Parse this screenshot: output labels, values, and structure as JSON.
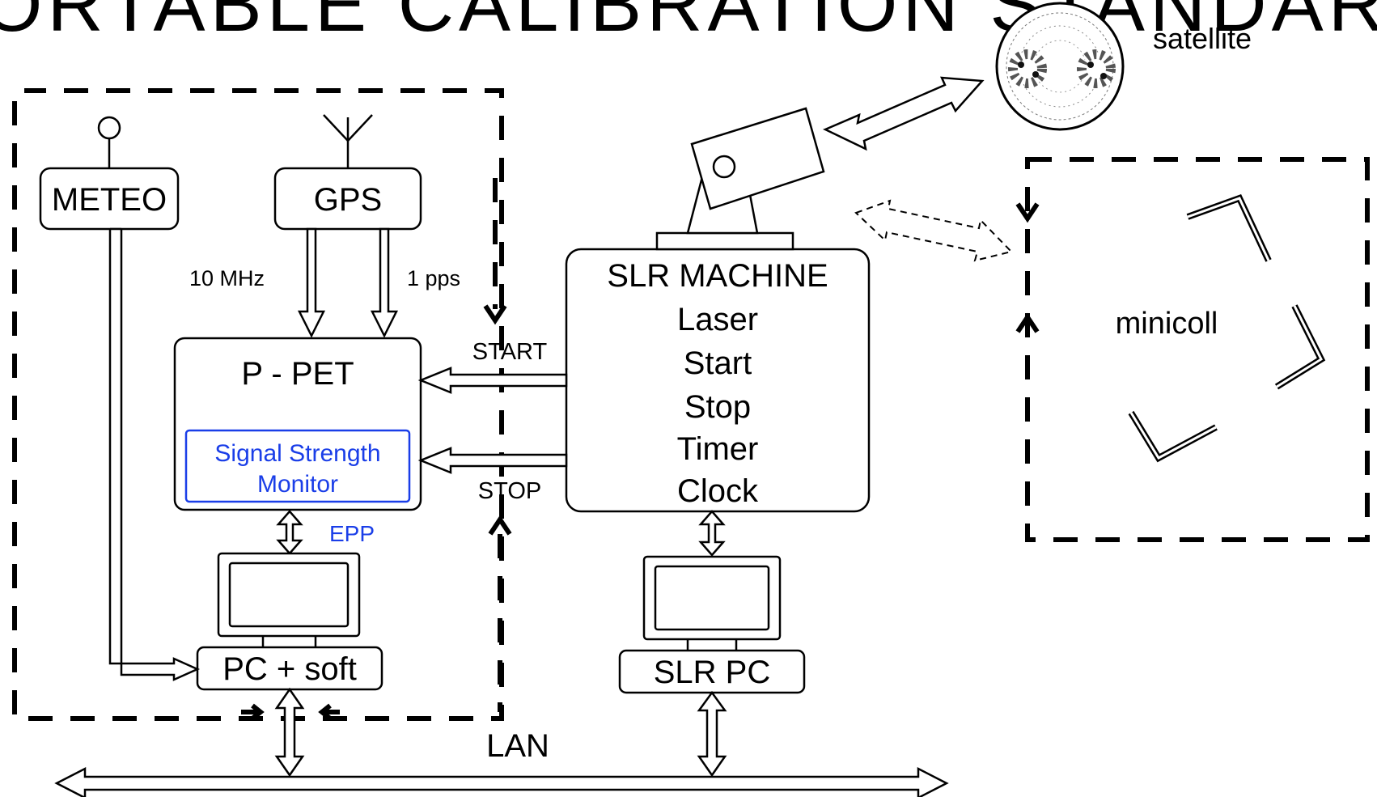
{
  "title": "PORTABLE CALIBRATION STANDARD",
  "nodes": {
    "meteo": "METEO",
    "gps": "GPS",
    "ppet": "P - PET",
    "signal_monitor": [
      "Signal Strength",
      "Monitor"
    ],
    "pc_soft": "PC + soft",
    "slr_machine": [
      "SLR MACHINE",
      "Laser",
      "Start",
      "Stop",
      "Timer",
      "Clock"
    ],
    "slr_pc": "SLR PC",
    "satellite": "satellite",
    "minicoll": "minicoll"
  },
  "links": {
    "gps_10mhz": "10 MHz",
    "gps_1pps": "1 pps",
    "start": "START",
    "stop": "STOP",
    "epp": "EPP",
    "lan": "LAN"
  },
  "colors": {
    "accent_blue": "#1a3ee8",
    "line": "#000000"
  }
}
